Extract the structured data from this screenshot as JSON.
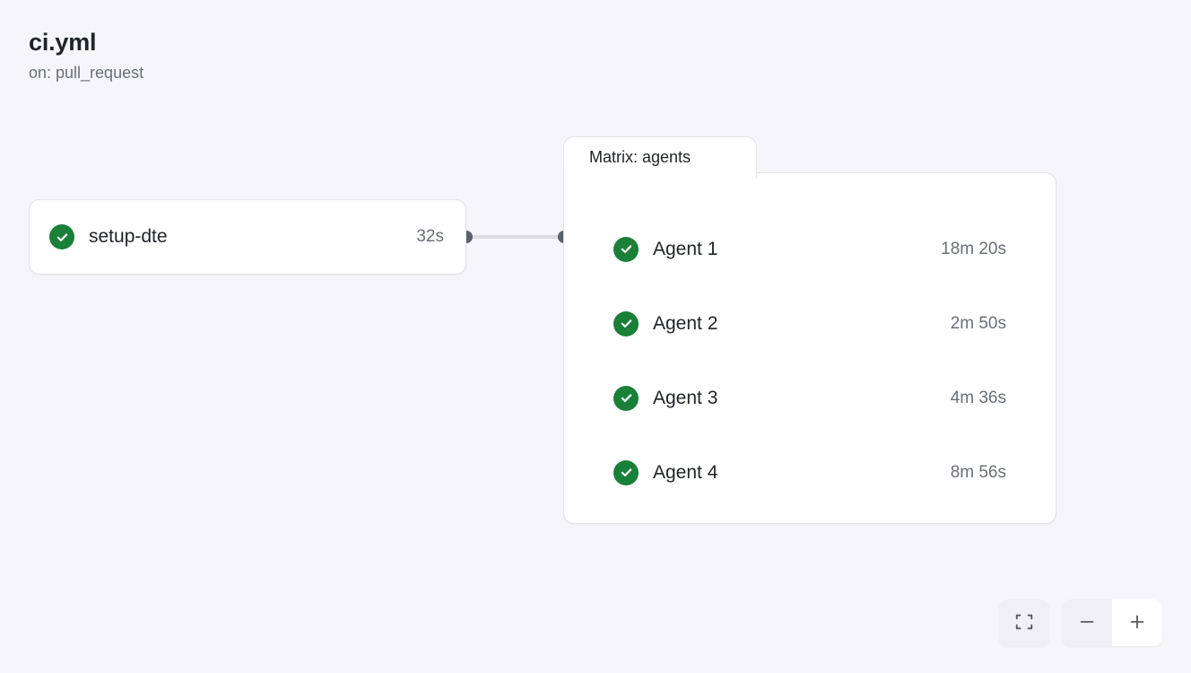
{
  "header": {
    "title": "ci.yml",
    "subtitle": "on: pull_request"
  },
  "graph": {
    "job_node": {
      "status_icon": "check-circle-icon",
      "label": "setup-dte",
      "duration": "32s"
    },
    "edge": {
      "source_handle_icon": "connector-dot-icon",
      "target_handle_icon": "connector-dot-icon"
    },
    "group": {
      "tab_label": "Matrix: agents",
      "agents": [
        {
          "status_icon": "check-circle-icon",
          "label": "Agent 1",
          "duration": "18m 20s"
        },
        {
          "status_icon": "check-circle-icon",
          "label": "Agent 2",
          "duration": "2m 50s"
        },
        {
          "status_icon": "check-circle-icon",
          "label": "Agent 3",
          "duration": "4m 36s"
        },
        {
          "status_icon": "check-circle-icon",
          "label": "Agent 4",
          "duration": "8m 56s"
        }
      ]
    }
  },
  "controls": {
    "fit_view_icon": "fit-view-icon",
    "zoom_out_icon": "minus-icon",
    "zoom_in_icon": "plus-icon"
  },
  "colors": {
    "background": "#f6f6fa",
    "surface": "#ffffff",
    "border": "#e3e3e8",
    "success": "#1a7f37",
    "text_primary": "#1f2328",
    "text_muted": "#6a6f78",
    "edge": "#dcdce2",
    "handle": "#5b616b"
  }
}
